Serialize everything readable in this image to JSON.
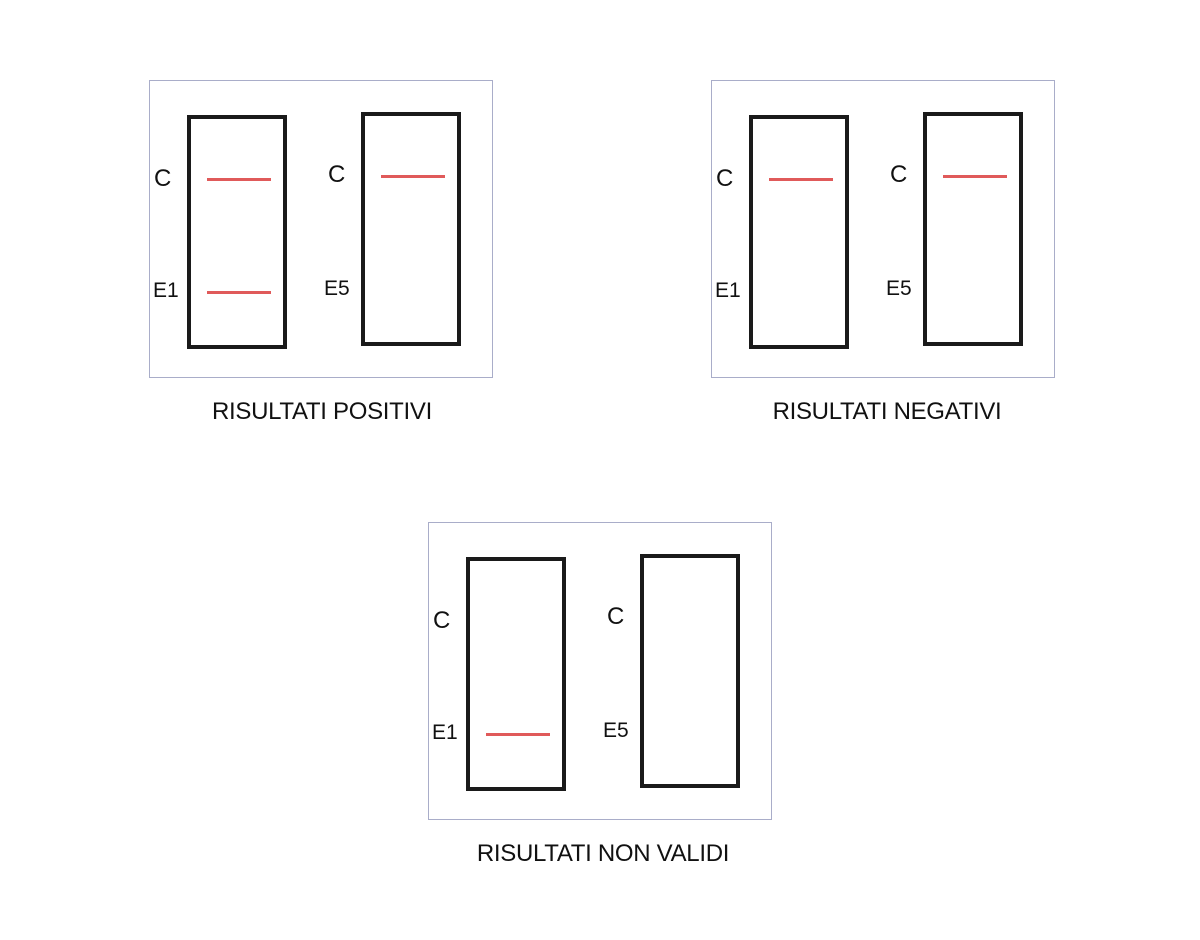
{
  "colors": {
    "panel_border": "#a9adc9",
    "strip_border": "#1a1a1a",
    "band": "#e05a5a"
  },
  "panels": [
    {
      "caption": "RISULTATI POSITIVI",
      "strips": [
        {
          "control_label": "C",
          "test_label": "E1",
          "control_band": true,
          "test_band": true
        },
        {
          "control_label": "C",
          "test_label": "E5",
          "control_band": true,
          "test_band": false
        }
      ]
    },
    {
      "caption": "RISULTATI NEGATIVI",
      "strips": [
        {
          "control_label": "C",
          "test_label": "E1",
          "control_band": true,
          "test_band": false
        },
        {
          "control_label": "C",
          "test_label": "E5",
          "control_band": true,
          "test_band": false
        }
      ]
    },
    {
      "caption": "RISULTATI NON VALIDI",
      "strips": [
        {
          "control_label": "C",
          "test_label": "E1",
          "control_band": false,
          "test_band": true
        },
        {
          "control_label": "C",
          "test_label": "E5",
          "control_band": false,
          "test_band": false
        }
      ]
    }
  ]
}
